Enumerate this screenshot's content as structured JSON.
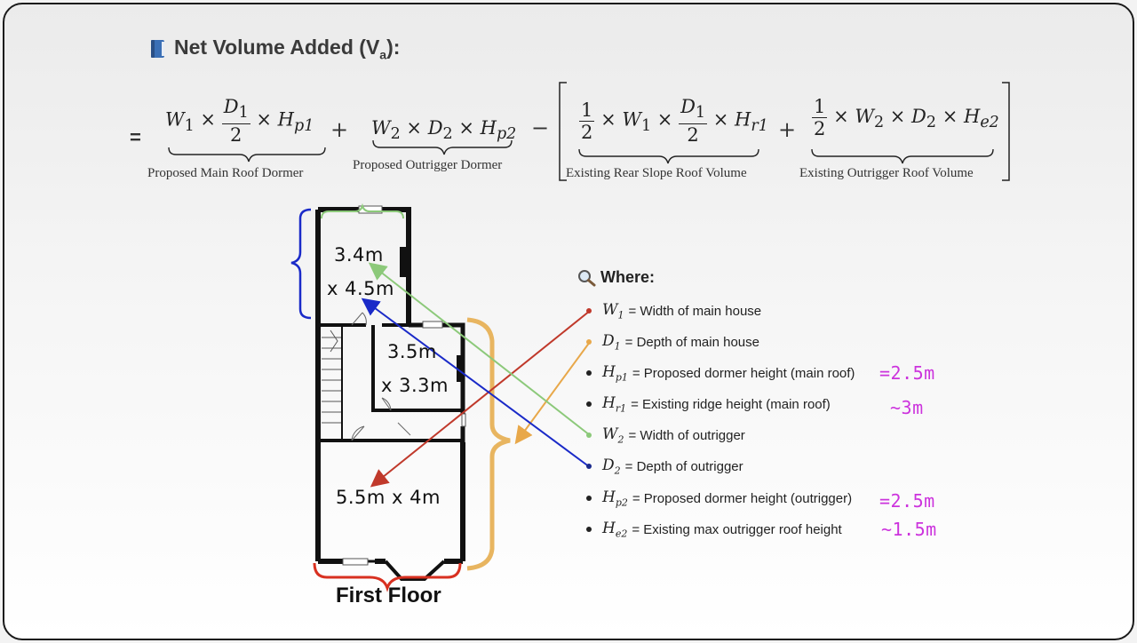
{
  "heading": {
    "icon": "blue-book-icon",
    "text": "Net Volume Added (V",
    "sub": "a",
    "suffix": "):"
  },
  "equation": {
    "equals": "=",
    "term1": "W₁ × D₁/2 × Hp1",
    "term2": "W₂ × D₂ × Hp2",
    "term3": "1/2 × W₁ × D₁/2 × Hr1",
    "term4": "1/2 × W₂ × D₂ × He2",
    "operators": [
      "+",
      "−",
      "+"
    ],
    "labels": {
      "term1": "Proposed Main Roof Dormer",
      "term2": "Proposed Outrigger Dormer",
      "term3": "Existing Rear Slope Roof Volume",
      "term4": "Existing Outrigger Roof Volume"
    }
  },
  "where": {
    "icon": "magnifier-icon",
    "title": "Where:",
    "items": [
      {
        "symbol": "W",
        "sub": "1",
        "text": "= Width of main house",
        "color": "#c0392b"
      },
      {
        "symbol": "D",
        "sub": "1",
        "text": "= Depth of main house",
        "color": "#e8a84a"
      },
      {
        "symbol": "H",
        "sub": "p1",
        "text": "= Proposed dormer height (main roof)",
        "color": "#222222"
      },
      {
        "symbol": "H",
        "sub": "r1",
        "text": "= Existing ridge height (main roof)",
        "color": "#222222"
      },
      {
        "symbol": "W",
        "sub": "2",
        "text": "= Width of outrigger",
        "color": "#8cc97a"
      },
      {
        "symbol": "D",
        "sub": "2",
        "text": "= Depth of outrigger",
        "color": "#1a2a8c"
      },
      {
        "symbol": "H",
        "sub": "p2",
        "text": "= Proposed dormer height (outrigger)",
        "color": "#222222"
      },
      {
        "symbol": "H",
        "sub": "e2",
        "text": "= Existing max outrigger roof height",
        "color": "#222222"
      }
    ]
  },
  "handwritten": {
    "hp1": "=2.5m",
    "hr1": "~3m",
    "hp2": "=2.5m",
    "he2": "~1.5m"
  },
  "plan": {
    "room_top_line1": "3.4m",
    "room_top_line2": "x 4.5m",
    "room_mid_line1": "3.5m",
    "room_mid_line2": "x 3.3m",
    "room_bottom": "5.5m x 4m",
    "title": "First Floor"
  },
  "colors": {
    "red": "#c0392b",
    "orange": "#e8a84a",
    "green": "#8cc97a",
    "blue": "#1a2ac8",
    "navy": "#1a2a8c",
    "handwriting": "#cc33dd"
  }
}
